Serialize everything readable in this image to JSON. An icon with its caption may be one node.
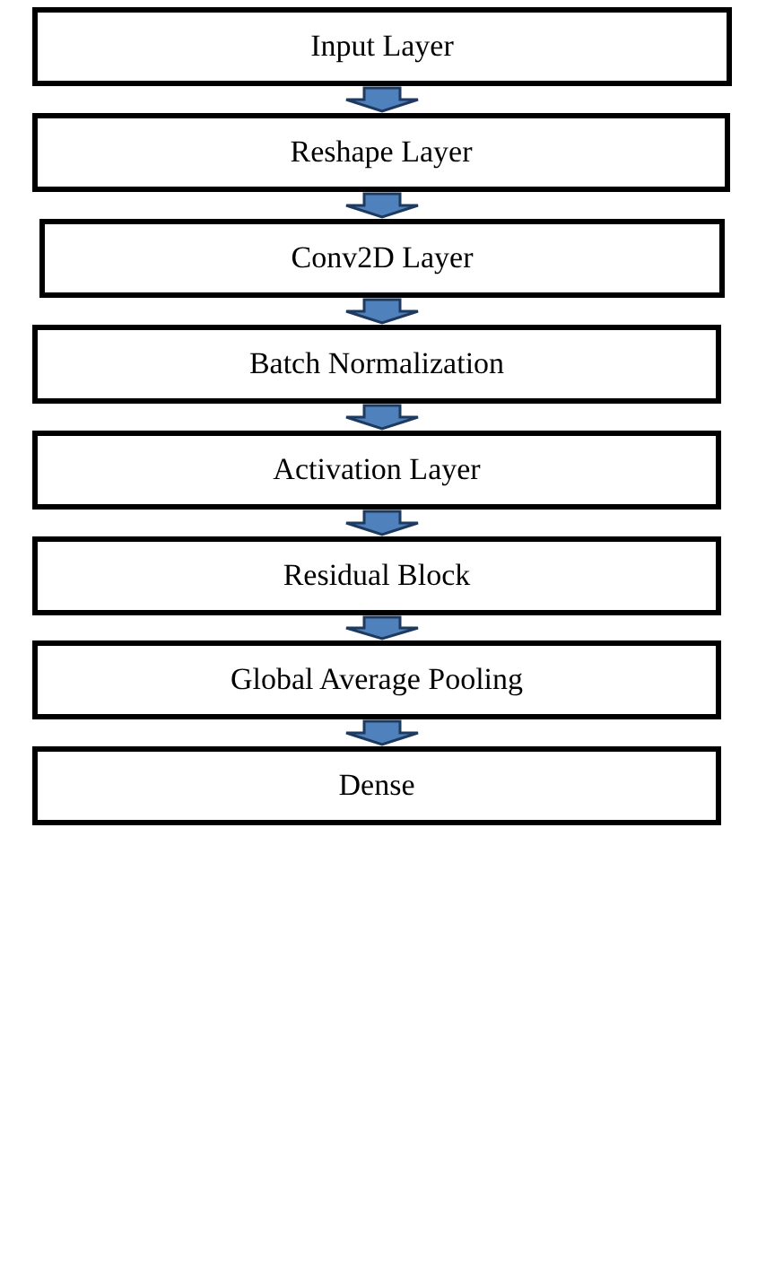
{
  "diagram": {
    "nodes": [
      {
        "text": [
          "Input Layer"
        ]
      },
      {
        "text": [
          "Reshape Layer"
        ]
      },
      {
        "text": [
          "Conv2D Layer"
        ]
      },
      {
        "text": [
          "Batch Normalization"
        ]
      },
      {
        "text": [
          "Activation Layer"
        ]
      },
      {
        "text": [
          "Residual Block"
        ]
      },
      {
        "text": [
          "Global Average Pooling"
        ]
      },
      {
        "text": [
          "Dense"
        ]
      }
    ],
    "edges": [
      {
        "from": 0,
        "to": 1,
        "arrow": "to"
      },
      {
        "from": 1,
        "to": 2,
        "arrow": "to"
      },
      {
        "from": 2,
        "to": 3,
        "arrow": "to"
      },
      {
        "from": 3,
        "to": 4,
        "arrow": "to"
      },
      {
        "from": 4,
        "to": 5,
        "arrow": "to"
      },
      {
        "from": 5,
        "to": 6,
        "arrow": "to"
      },
      {
        "from": 6,
        "to": 7,
        "arrow": "to"
      }
    ]
  }
}
